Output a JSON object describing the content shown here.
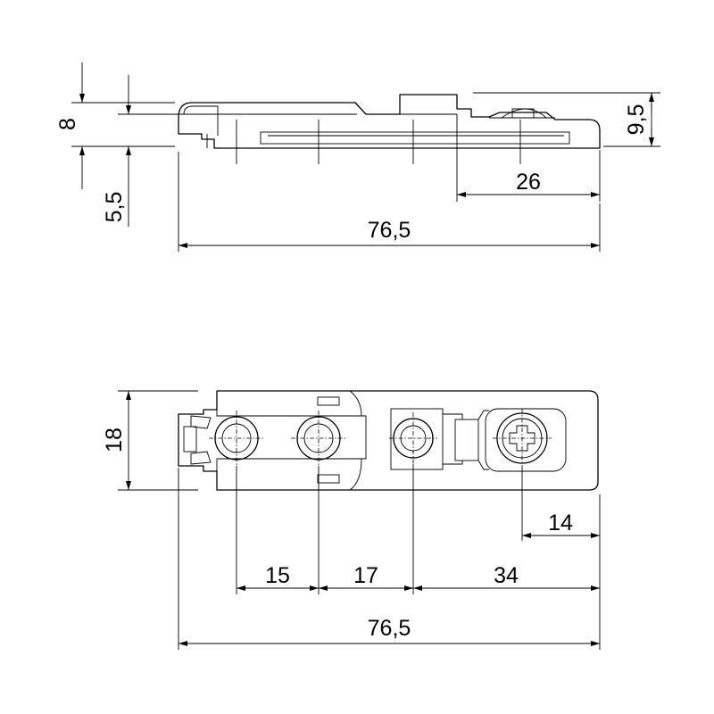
{
  "side_view": {
    "dims": {
      "height_8": "8",
      "height_5_5": "5,5",
      "height_9_5": "9,5",
      "length_26": "26",
      "length_76_5": "76,5"
    }
  },
  "top_view": {
    "dims": {
      "width_18": "18",
      "length_14": "14",
      "spacing_15": "15",
      "spacing_17": "17",
      "spacing_34": "34",
      "length_76_5": "76,5"
    }
  }
}
